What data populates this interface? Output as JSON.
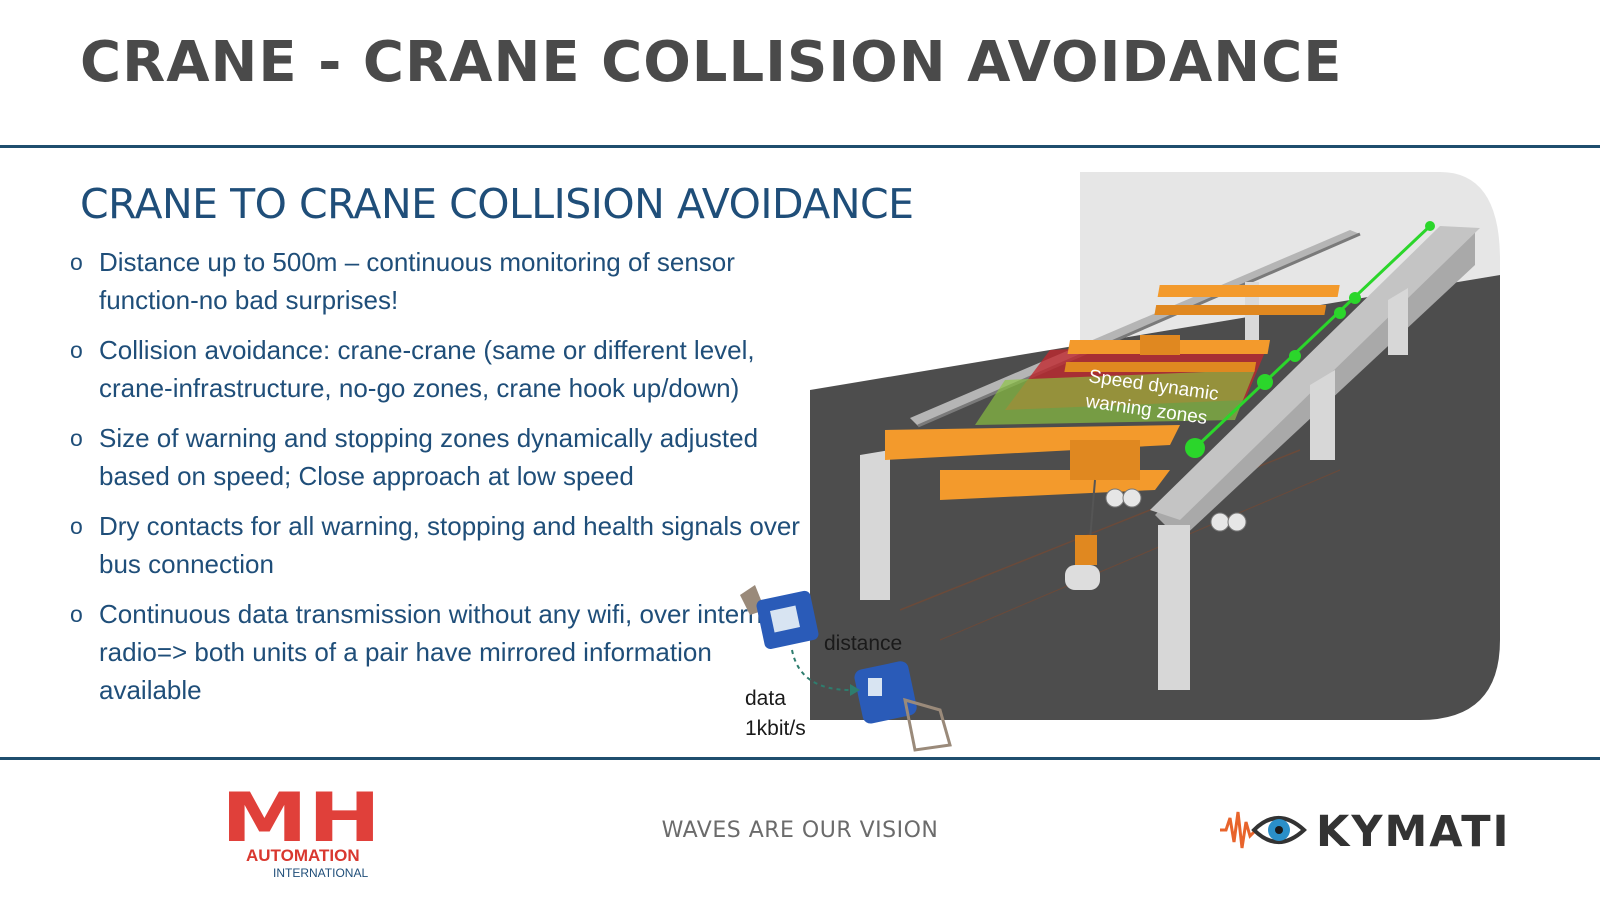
{
  "slide": {
    "title": "CRANE - CRANE COLLISION AVOIDANCE"
  },
  "content": {
    "subtitle": "CRANE TO CRANE COLLISION AVOIDANCE",
    "bullet_marker": "o",
    "bullets": [
      "Distance up to 500m – continuous monitoring of sensor function-no bad surprises!",
      "Collision avoidance: crane-crane (same or different level, crane-infrastructure, no-go zones, crane hook up/down)",
      "Size of warning and stopping zones dynamically adjusted based on speed; Close approach at low speed",
      "Dry contacts for all warning, stopping and health signals over bus connection",
      "Continuous data transmission without any wifi, over internal radio=> both units of a pair have mirrored information available"
    ]
  },
  "illustration": {
    "zone_label_line1": "Speed dynamic",
    "zone_label_line2": "warning zones",
    "distance_label": "distance",
    "data_label_line1": "data",
    "data_label_line2": "1kbit/s",
    "colors": {
      "crane": "#f39a2c",
      "floor": "#4d4d4d",
      "wall": "#e6e6e6",
      "rail": "#a8a8a8",
      "zone_red": "#c0272d",
      "zone_green": "#8cc63f",
      "beam": "#2bd62b",
      "sensor": "#2a5bb8"
    }
  },
  "footer": {
    "tagline": "WAVES ARE OUR VISION",
    "mh_logo_letters": "MH",
    "mh_logo_line1": "AUTOMATION",
    "mh_logo_line2": "INTERNATIONAL",
    "kymati_name": "KYMATI"
  }
}
